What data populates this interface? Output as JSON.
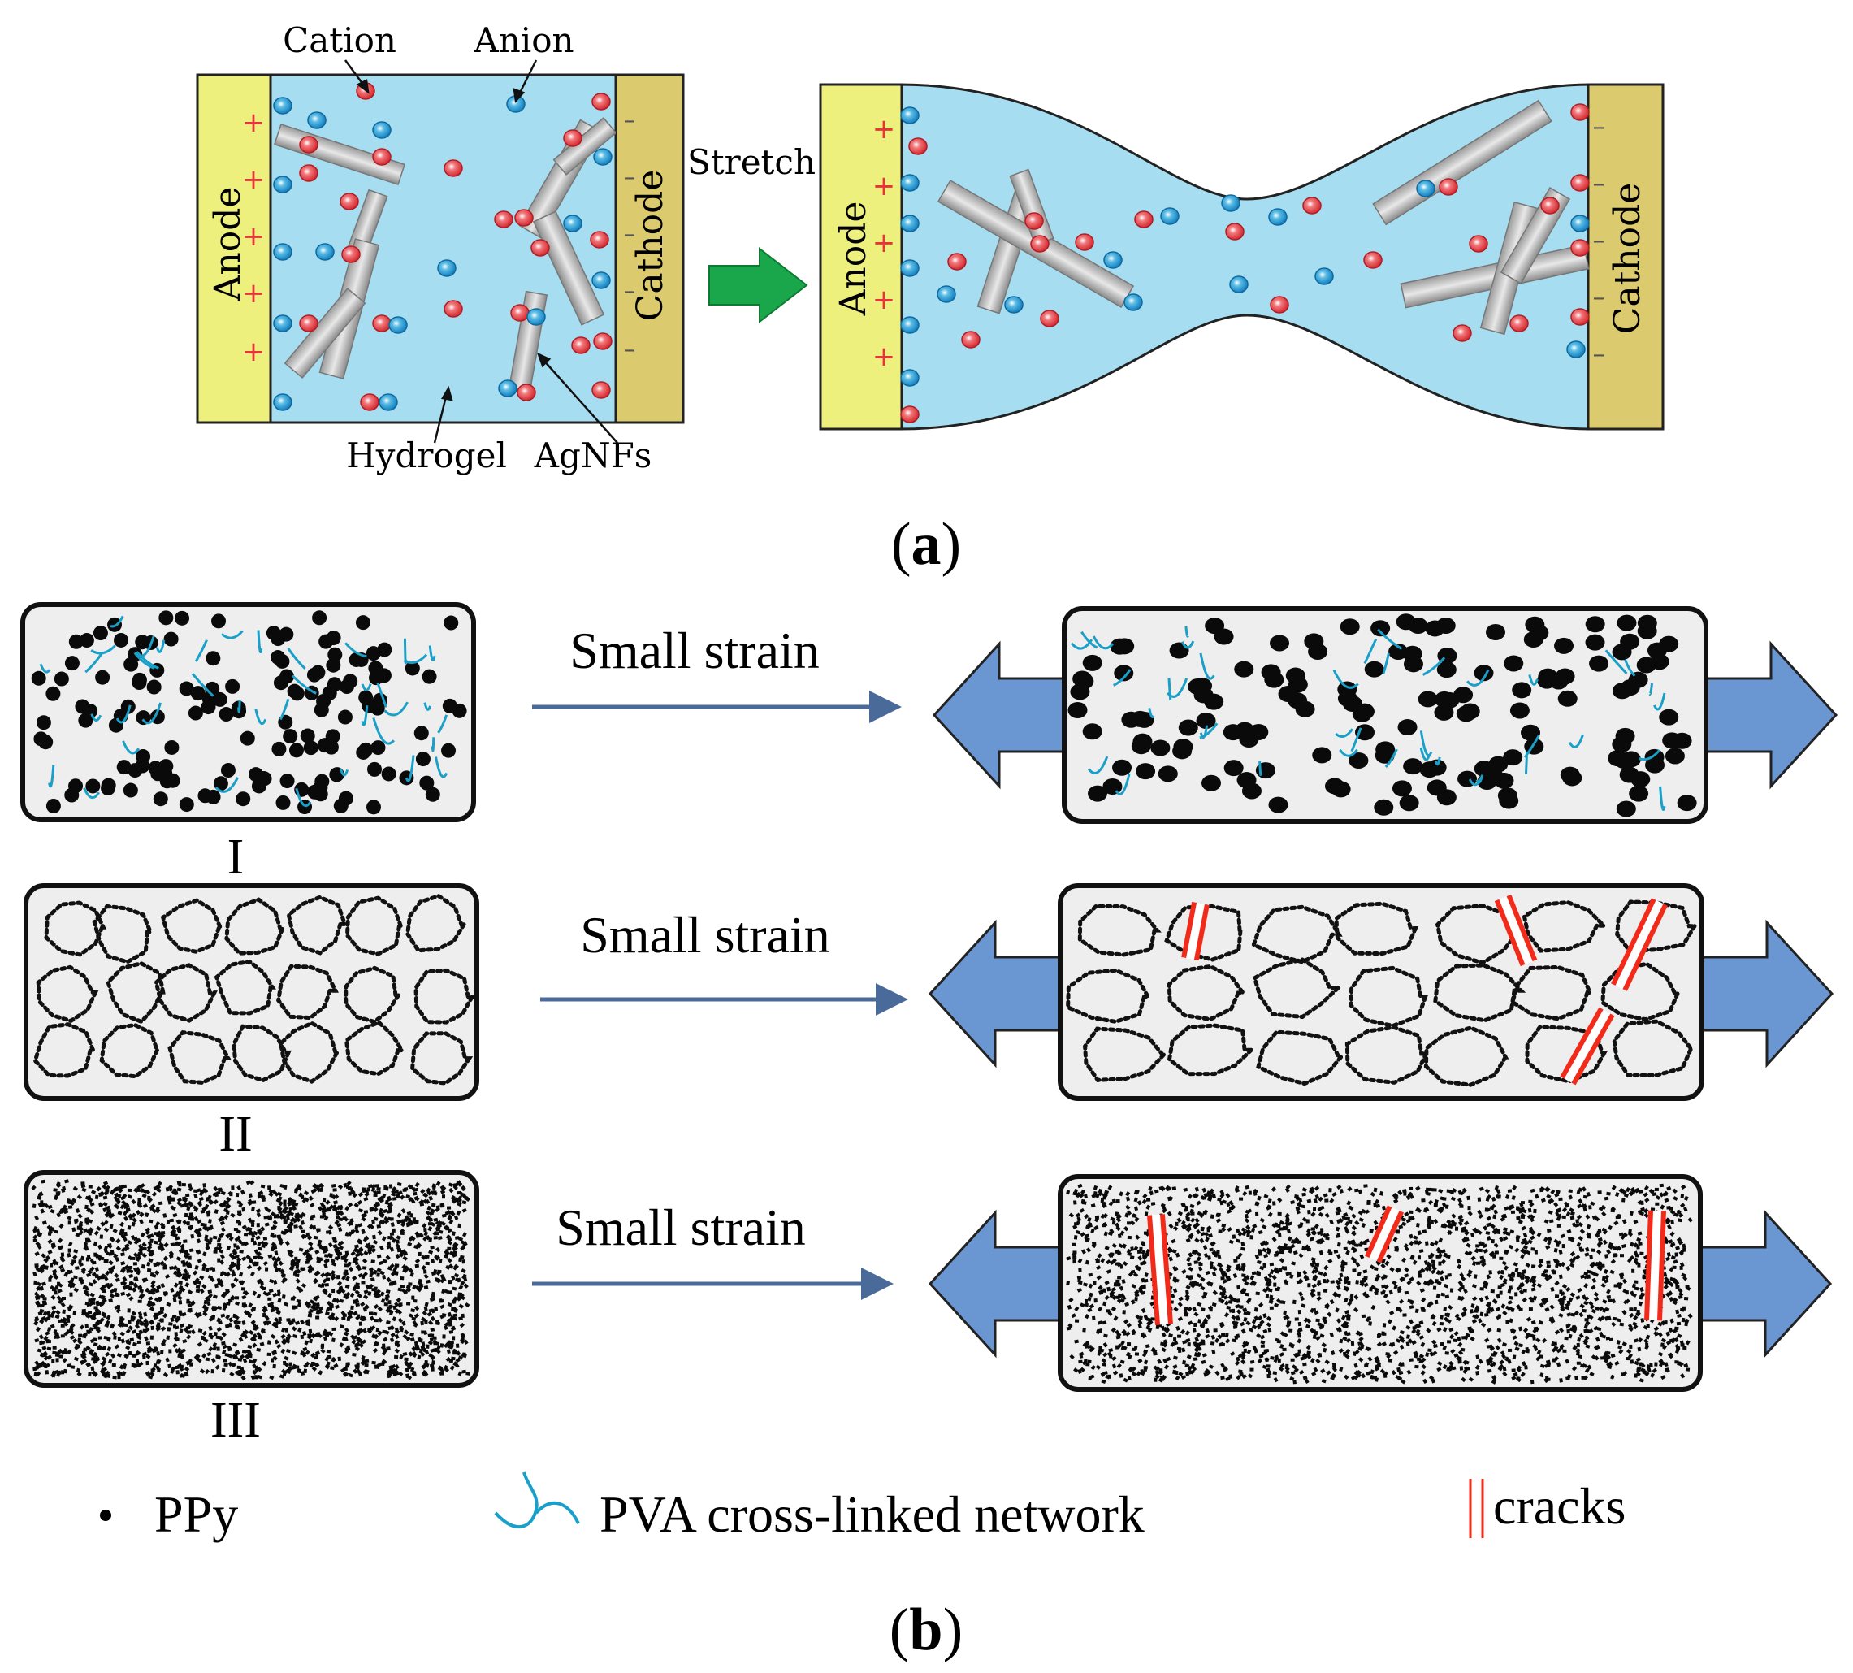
{
  "panel_a": {
    "labels": {
      "cation": "Cation",
      "anion": "Anion",
      "stretch": "Stretch",
      "anode": "Anode",
      "cathode": "Cathode",
      "hydrogel": "Hydrogel",
      "agnfs": "AgNFs"
    },
    "plus_sign": "+",
    "minus_sign": "–",
    "caption": "(a)"
  },
  "panel_b": {
    "rows": [
      {
        "roman": "I",
        "arrow_label": "Small strain"
      },
      {
        "roman": "II",
        "arrow_label": "Small strain"
      },
      {
        "roman": "III",
        "arrow_label": "Small strain"
      }
    ],
    "legend": {
      "ppy": "PPy",
      "pva": "PVA cross-linked network",
      "cracks": "cracks"
    },
    "caption": "(b)"
  },
  "colors": {
    "hydrogel": "#a6ddf0",
    "anode": "#eef07e",
    "cathode": "#dccb6e",
    "cation": "#e8333a",
    "anion": "#1f9bd6",
    "green_arrow": "#1aa64a",
    "strain_arrow": "#4a6a9a",
    "big_arrow": "#6a96d2",
    "crack": "#f22a1a",
    "pva": "#1aa0c8",
    "panel_fill": "#eeeeee"
  }
}
